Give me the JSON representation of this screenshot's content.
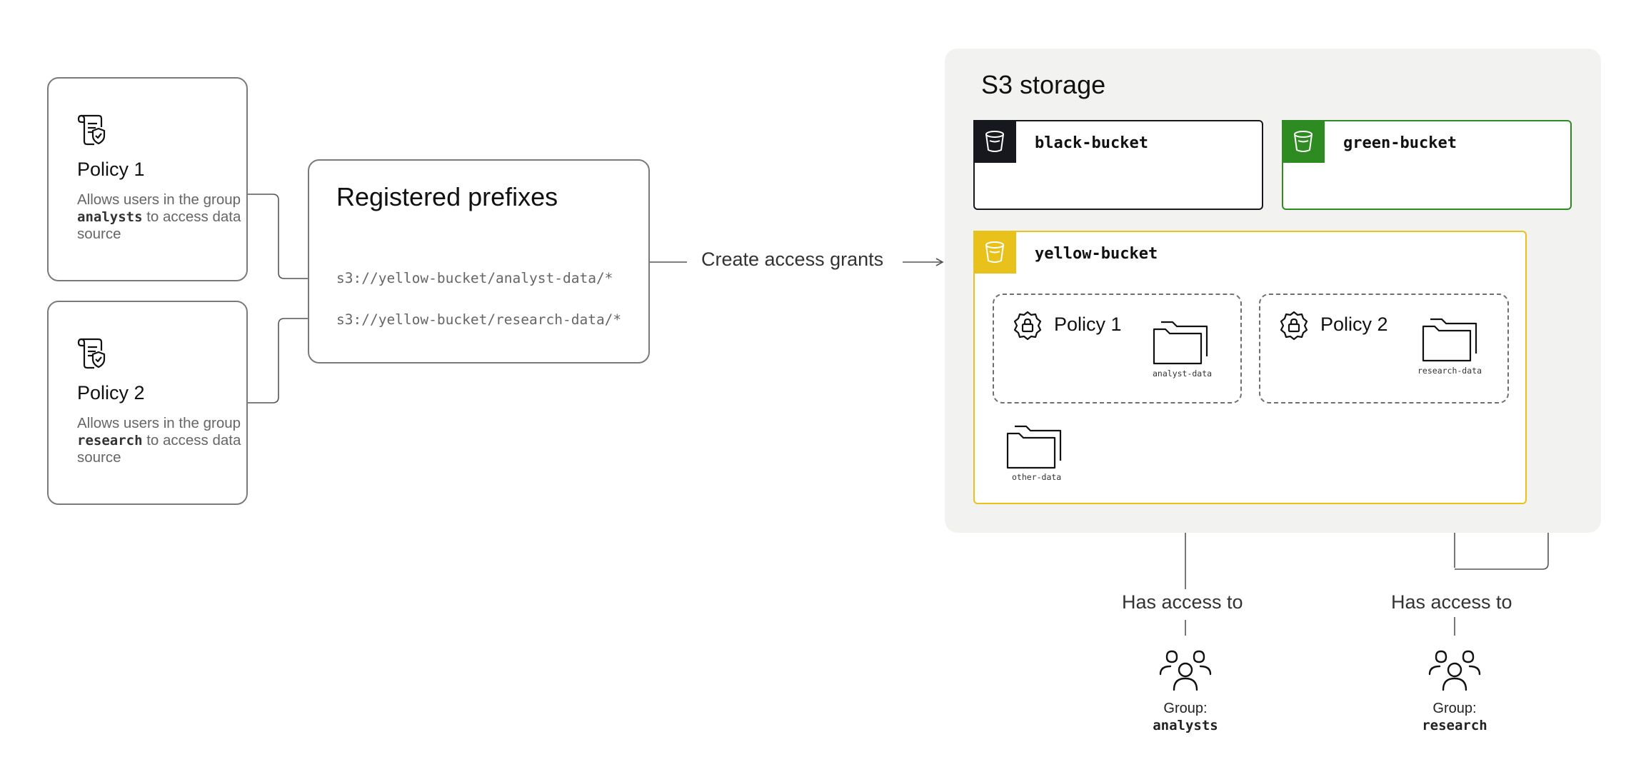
{
  "policies": [
    {
      "title": "Policy 1",
      "desc_pre": "Allows users in the group ",
      "group": "analysts",
      "desc_post": " to access data source"
    },
    {
      "title": "Policy 2",
      "desc_pre": "Allows users in the group ",
      "group": "research",
      "desc_post": " to access data source"
    }
  ],
  "registered": {
    "title": "Registered prefixes",
    "prefixes": [
      "s3://yellow-bucket/analyst-data/*",
      "s3://yellow-bucket/research-data/*"
    ]
  },
  "action_label": "Create access grants",
  "storage": {
    "title": "S3 storage",
    "buckets": [
      {
        "name": "black-bucket",
        "color": "#16181d"
      },
      {
        "name": "green-bucket",
        "color": "#2e8b22"
      },
      {
        "name": "yellow-bucket",
        "color": "#e8c21a"
      }
    ],
    "policy_boxes": [
      {
        "label": "Policy 1",
        "folder": "analyst-data"
      },
      {
        "label": "Policy 2",
        "folder": "research-data"
      }
    ],
    "other_folder": "other-data"
  },
  "access_label": "Has access to",
  "groups": [
    {
      "prefix": "Group:",
      "name": "analysts"
    },
    {
      "prefix": "Group:",
      "name": "research"
    }
  ]
}
